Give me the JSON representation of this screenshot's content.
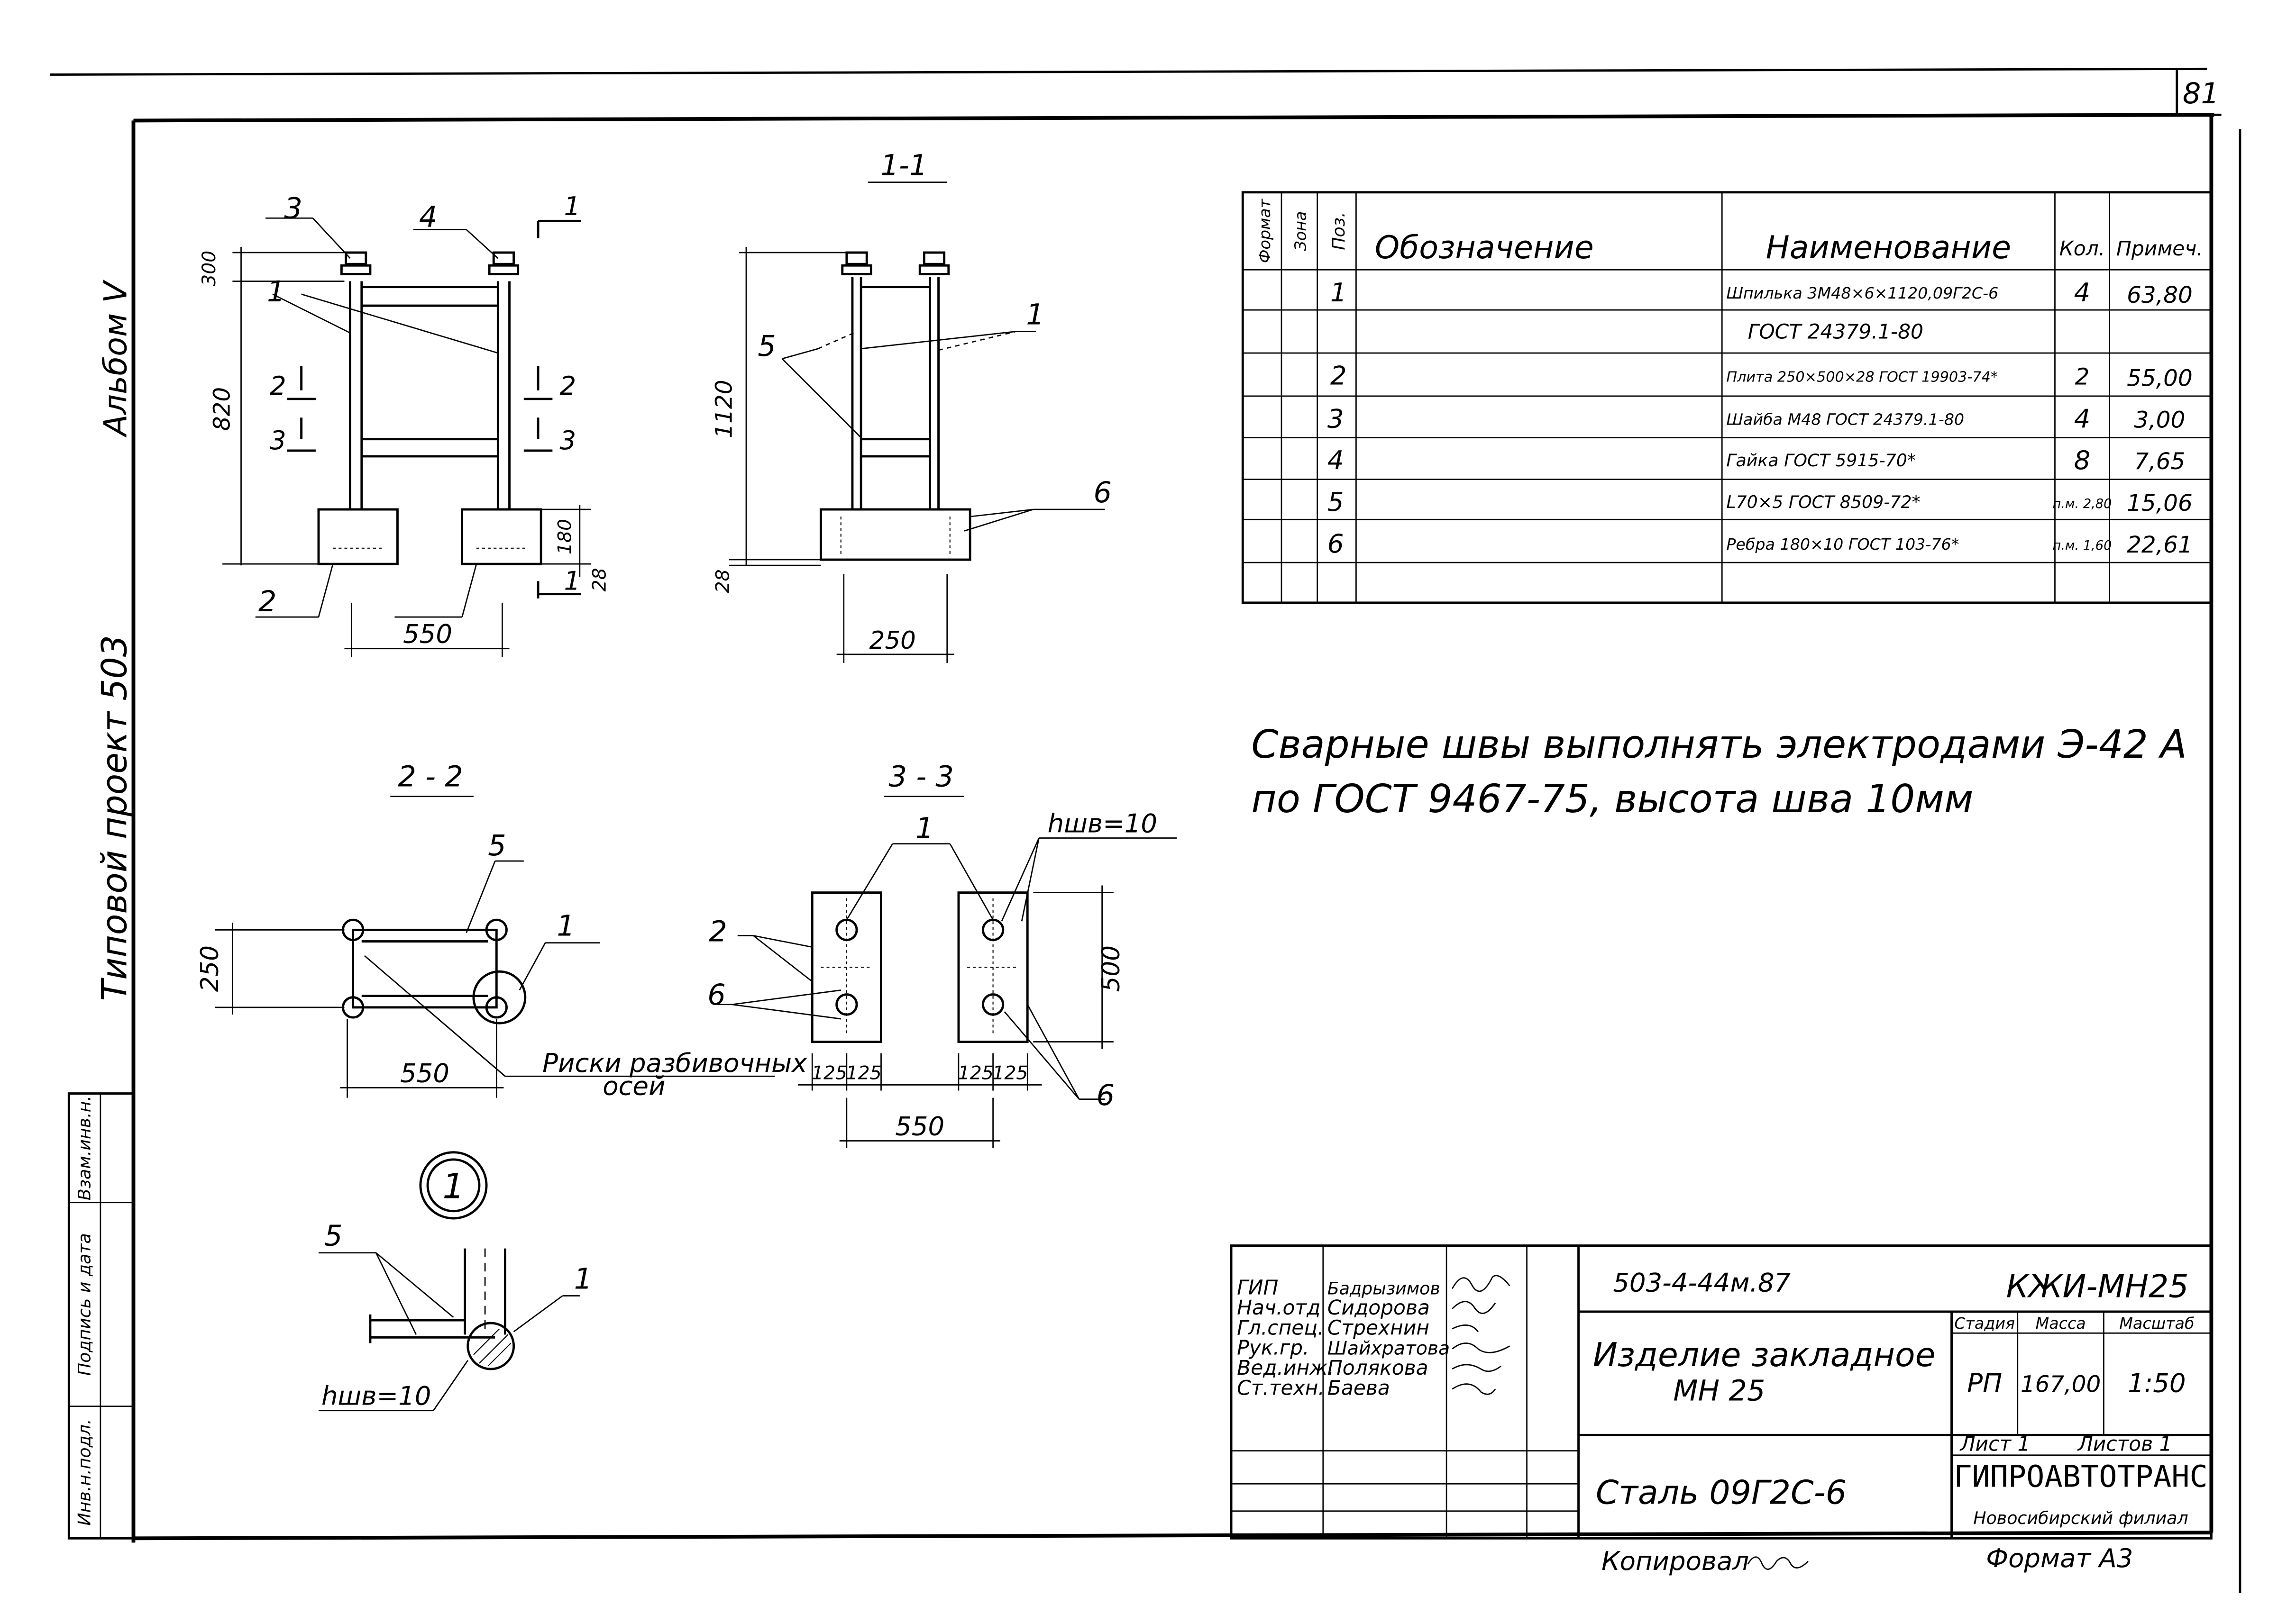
{
  "page_number": "81",
  "margin": {
    "album": "Альбом V",
    "project": "Типовой проект 503",
    "stamp": [
      "Инв.н.подл.",
      "Подпись и дата",
      "Взам.инв.н."
    ]
  },
  "views": {
    "main": {
      "labels": [
        "3",
        "4",
        "1",
        "1",
        "2",
        "3",
        "2",
        "3",
        "2",
        "1"
      ],
      "dims": [
        "300",
        "820",
        "550",
        "180",
        "28"
      ]
    },
    "section_1_1": {
      "title": "1-1",
      "labels": [
        "5",
        "1",
        "6"
      ],
      "dims": [
        "1120",
        "28",
        "250"
      ]
    },
    "section_2_2": {
      "title": "2 - 2",
      "labels": [
        "5",
        "1"
      ],
      "dims": [
        "250",
        "550"
      ],
      "note": [
        "Риски разбивочных",
        "осей"
      ]
    },
    "section_3_3": {
      "title": "3 - 3",
      "labels": [
        "1",
        "2",
        "6",
        "6"
      ],
      "weld": "hшв=10",
      "dims": [
        "500",
        "125",
        "125",
        "125",
        "125",
        "550"
      ]
    },
    "detail_1": {
      "mark": "1",
      "labels": [
        "5",
        "1"
      ],
      "weld": "hшв=10"
    }
  },
  "spec": {
    "headers": [
      "Формат",
      "Зона",
      "Поз.",
      "Обозначение",
      "Наименование",
      "Кол.",
      "Примеч."
    ],
    "rows": [
      {
        "pos": "1",
        "name": "Шпилька 3М48×6×1120,09Г2С-6",
        "qty": "4",
        "note": "63,80"
      },
      {
        "pos": "",
        "name": "ГОСТ 24379.1-80",
        "qty": "",
        "note": ""
      },
      {
        "pos": "2",
        "name": "Плита 250×500×28 ГОСТ 19903-74*",
        "qty": "2",
        "note": "55,00"
      },
      {
        "pos": "3",
        "name": "Шайба М48 ГОСТ 24379.1-80",
        "qty": "4",
        "note": "3,00"
      },
      {
        "pos": "4",
        "name": "Гайка ГОСТ 5915-70*",
        "qty": "8",
        "note": "7,65"
      },
      {
        "pos": "5",
        "name": "L70×5 ГОСТ 8509-72*",
        "qty": "п.м. 2,80",
        "note": "15,06"
      },
      {
        "pos": "6",
        "name": "Ребра 180×10 ГОСТ 103-76*",
        "qty": "п.м. 1,60",
        "note": "22,61"
      }
    ]
  },
  "notes": [
    "Сварные швы выполнять электродами Э-42 А",
    "по ГОСТ 9467-75, высота шва 10мм"
  ],
  "title_block": {
    "staff": [
      {
        "role": "ГИП",
        "name": "Бадрызимов"
      },
      {
        "role": "Нач.отд",
        "name": "Сидорова"
      },
      {
        "role": "Гл.спец.",
        "name": "Стрехнин"
      },
      {
        "role": "Рук.гр.",
        "name": "Шайхратова"
      },
      {
        "role": "Вед.инж.",
        "name": "Полякова"
      },
      {
        "role": "Ст.техн.",
        "name": "Баева"
      }
    ],
    "code": "503-4-44м.87",
    "mark": "КЖИ-МН25",
    "object": [
      "Изделие закладное",
      "МН 25"
    ],
    "stage_h": "Стадия",
    "mass_h": "Масса",
    "scale_h": "Масштаб",
    "stage": "РП",
    "mass": "167,00",
    "scale": "1:50",
    "sheet": "Лист 1",
    "sheets": "Листов 1",
    "material": "Сталь 09Г2С-6",
    "org": "ГИПРОАВТОТРАНС",
    "branch": "Новосибирский филиал",
    "copied": "Копировал",
    "format": "Формат А3"
  }
}
